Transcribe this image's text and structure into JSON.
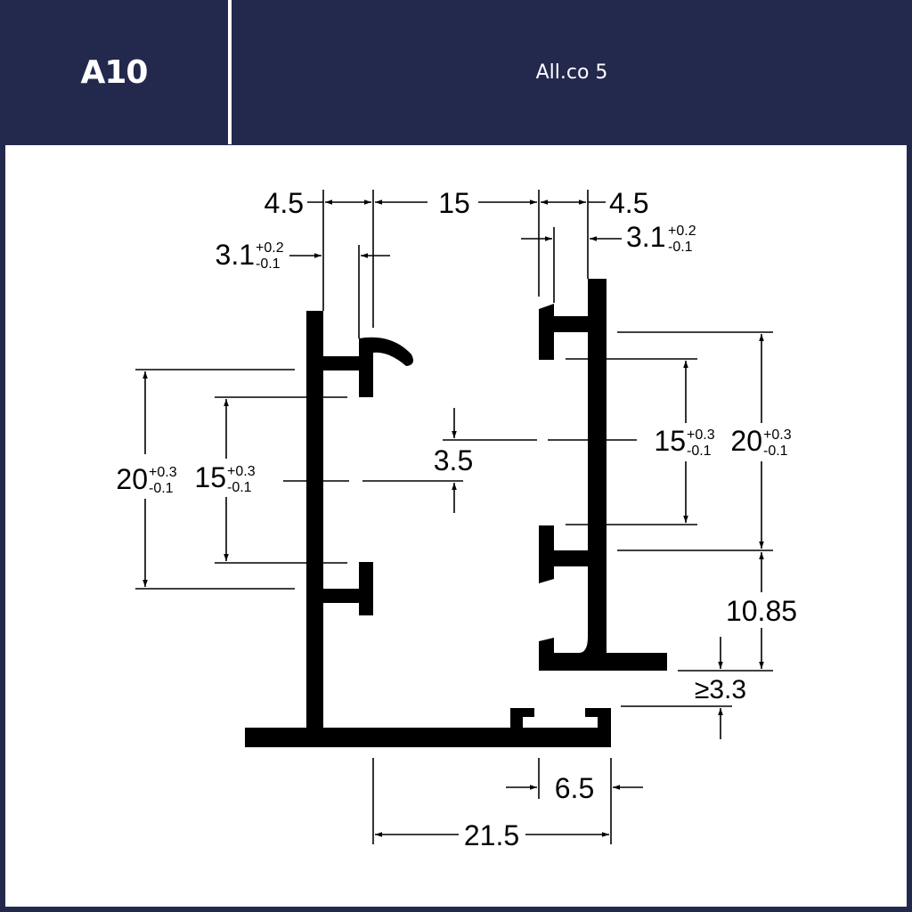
{
  "header": {
    "code": "A10",
    "name": "All.co 5"
  },
  "colors": {
    "header_bg": "#23284d",
    "header_text": "#ffffff",
    "drawing_bg": "#ffffff",
    "profile_fill": "#000000"
  },
  "dimensions": {
    "top_left_width": "4.5",
    "top_gap": "15",
    "top_right_width": "4.5",
    "left_slot": {
      "value": "3.1",
      "tol_plus": "+0.2",
      "tol_minus": "-0.1"
    },
    "right_slot": {
      "value": "3.1",
      "tol_plus": "+0.2",
      "tol_minus": "-0.1"
    },
    "left_outer": {
      "value": "20",
      "tol_plus": "+0.3",
      "tol_minus": "-0.1"
    },
    "left_inner": {
      "value": "15",
      "tol_plus": "+0.3",
      "tol_minus": "-0.1"
    },
    "right_inner": {
      "value": "15",
      "tol_plus": "+0.3",
      "tol_minus": "-0.1"
    },
    "right_outer": {
      "value": "20",
      "tol_plus": "+0.3",
      "tol_minus": "-0.1"
    },
    "center_offset": "3.5",
    "right_bottom_height": "10.85",
    "min_gap": "≥3.3",
    "channel_width": "6.5",
    "base_width": "21.5"
  }
}
